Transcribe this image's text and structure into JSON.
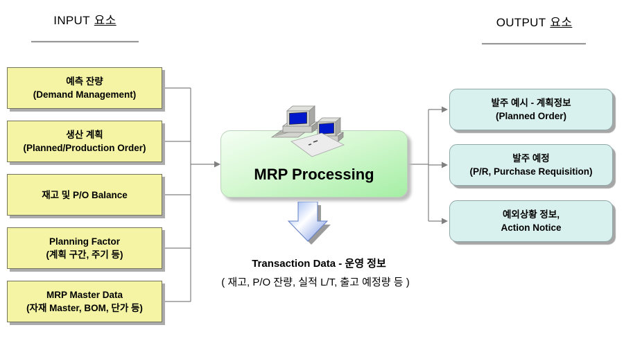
{
  "headers": {
    "input_prefix": "INPUT",
    "input_underlined": "요소",
    "output_prefix": "OUTPUT",
    "output_underlined": "요소"
  },
  "input_boxes": [
    {
      "line1": "예측 잔량",
      "line2": "(Demand Management)"
    },
    {
      "line1": "생산 계획",
      "line2": "(Planned/Production Order)"
    },
    {
      "line1": "재고 및 P/O Balance",
      "line2": ""
    },
    {
      "line1": "Planning Factor",
      "line2": "(계획 구간, 주기 등)"
    },
    {
      "line1": "MRP Master Data",
      "line2": "(자재 Master, BOM, 단가 등)"
    }
  ],
  "process": {
    "label": "MRP Processing"
  },
  "output_boxes": [
    {
      "line1": "발주 예시 - 계획정보",
      "line2": "(Planned Order)"
    },
    {
      "line1": "발주 예정",
      "line2": "(P/R, Purchase Requisition)"
    },
    {
      "line1": "예외상황 정보,",
      "line2": "Action Notice"
    }
  ],
  "transaction": {
    "title": "Transaction Data - 운영 정보",
    "detail": "( 재고, P/O 잔량, 실적 L/T, 출고 예정량 등 )"
  },
  "icons": {
    "process_icon": "computer-workstations",
    "flow_icon": "down-arrow-3d"
  },
  "colors": {
    "input_box_fill": "#f4f4a4",
    "output_box_fill": "#d9f1ee",
    "process_fill_light": "#f4fef4",
    "process_fill_dark": "#a4eea4",
    "connector": "#808080",
    "arrow_blue": "#7c9ae8",
    "monitor_screen_blue": "#0018cc",
    "divider_gray": "#9a9a9a"
  }
}
